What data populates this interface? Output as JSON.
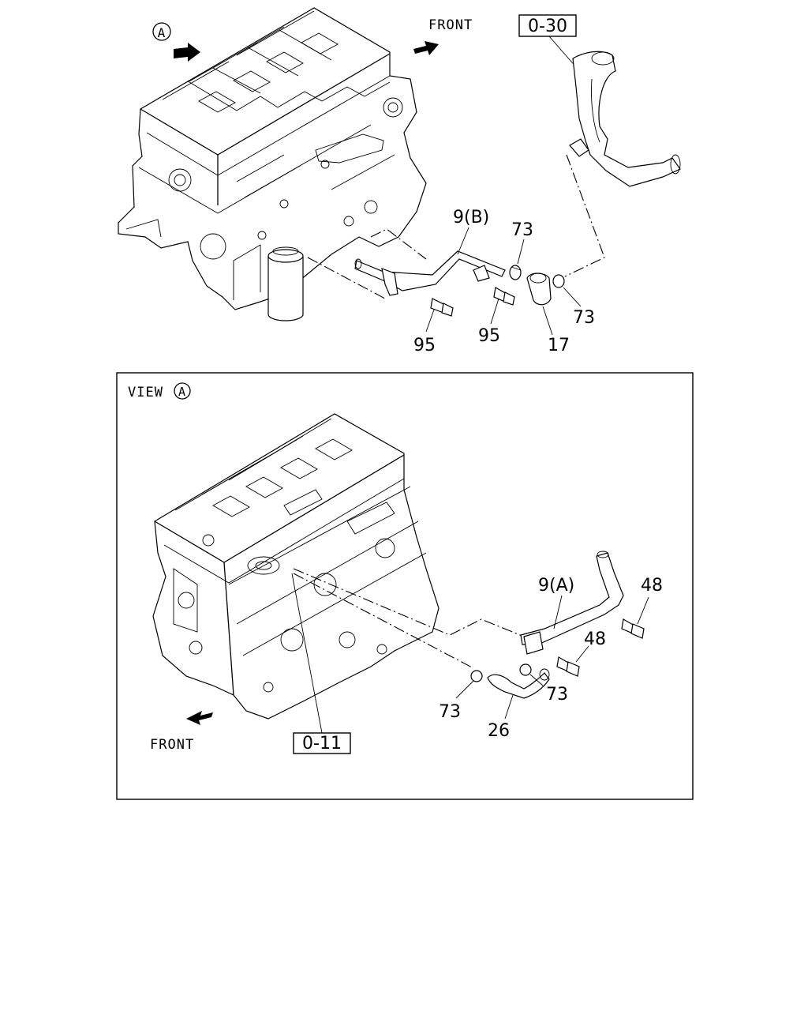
{
  "top_view": {
    "view_marker": "A",
    "front_label": "FRONT",
    "refs": {
      "pipe_ref": "0-30"
    },
    "callouts": {
      "pipe_b": "9(B)",
      "clamp_upper": "73",
      "clamp_lower": "73",
      "bolt_left": "95",
      "bolt_right": "95",
      "hose": "17"
    }
  },
  "bottom_view": {
    "title": "VIEW",
    "view_marker": "A",
    "front_label": "FRONT",
    "refs": {
      "block_ref": "0-11"
    },
    "callouts": {
      "pipe_a": "9(A)",
      "bolt_upper": "48",
      "bolt_lower": "48",
      "clamp_left": "73",
      "clamp_right": "73",
      "hose": "26"
    }
  }
}
